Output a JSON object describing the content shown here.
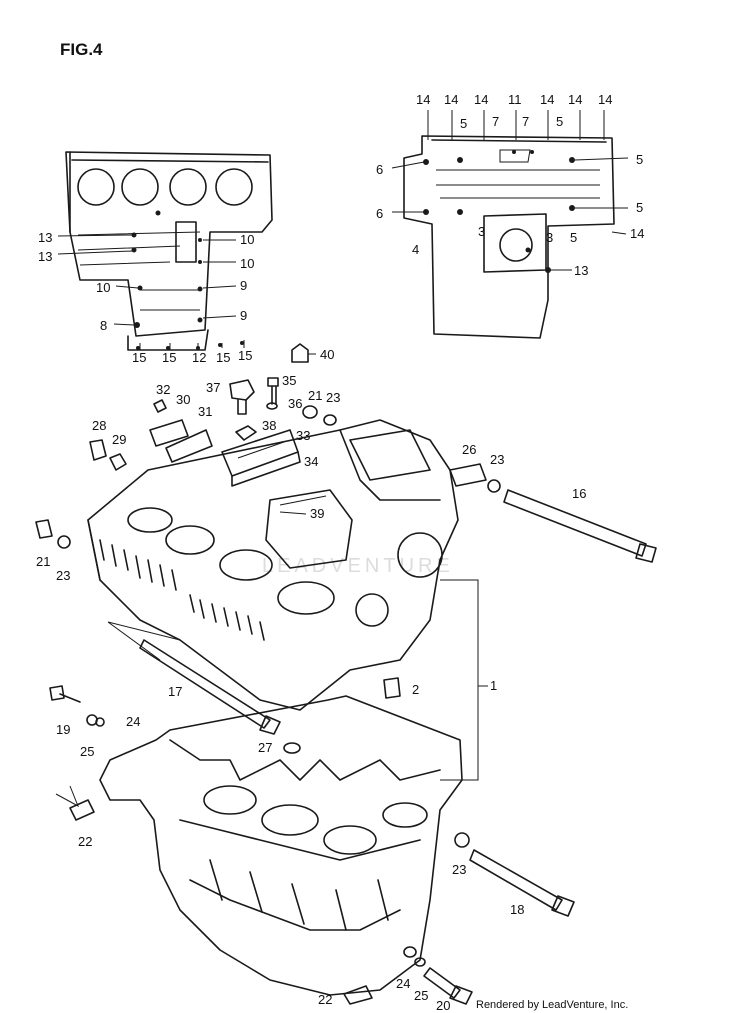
{
  "figure_title": "FIG.4",
  "credit": "Rendered by LeadVenture, Inc.",
  "watermark": "LEADVENTURE",
  "labels": [
    "14",
    "14",
    "14",
    "11",
    "14",
    "14",
    "14",
    "5",
    "7",
    "7",
    "5",
    "6",
    "6",
    "5",
    "5",
    "4",
    "3",
    "3",
    "5",
    "14",
    "13",
    "13",
    "13",
    "10",
    "10",
    "10",
    "9",
    "8",
    "9",
    "15",
    "15",
    "12",
    "15",
    "15",
    "40",
    "35",
    "37",
    "32",
    "30",
    "31",
    "36",
    "21",
    "23",
    "28",
    "29",
    "38",
    "33",
    "34",
    "26",
    "23",
    "16",
    "39",
    "21",
    "23",
    "2",
    "1",
    "17",
    "19",
    "24",
    "25",
    "27",
    "22",
    "23",
    "18",
    "22",
    "24",
    "25",
    "20"
  ]
}
